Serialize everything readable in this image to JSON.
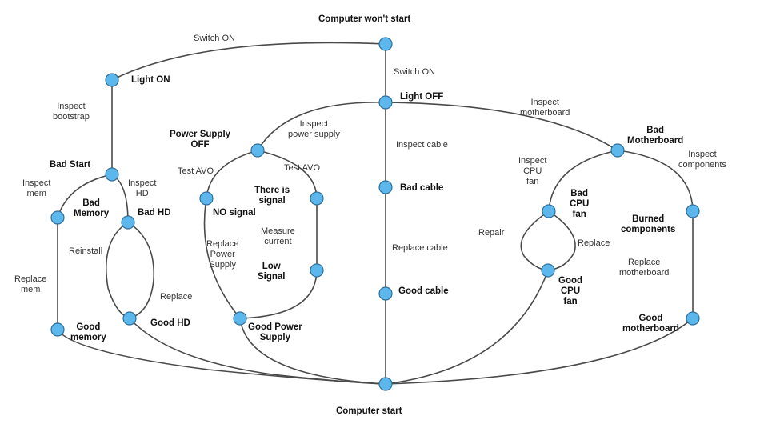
{
  "nodes": {
    "root": "Computer won't start",
    "light_on": "Light ON",
    "light_off": "Light OFF",
    "bad_start": "Bad Start",
    "bad_memory": "Bad\nMemory",
    "bad_hd": "Bad HD",
    "good_memory": "Good\nmemory",
    "good_hd": "Good HD",
    "ps_off": "Power Supply\nOFF",
    "no_signal": "NO signal",
    "there_is_signal": "There is\nsignal",
    "low_signal": "Low\nSignal",
    "good_ps": "Good Power\nSupply",
    "bad_cable": "Bad cable",
    "good_cable": "Good cable",
    "bad_mb": "Bad\nMotherboard",
    "bad_cpu_fan": "Bad\nCPU\nfan",
    "good_cpu_fan": "Good\nCPU\nfan",
    "burned": "Burned\ncomponents",
    "good_mb": "Good\nmotherboard",
    "start": "Computer start"
  },
  "edges": {
    "switch_on_left": "Switch ON",
    "switch_on_center": "Switch ON",
    "inspect_bootstrap": "Inspect\nbootstrap",
    "inspect_mem": "Inspect\nmem",
    "inspect_hd": "Inspect\nHD",
    "reinstall": "Reinstall",
    "replace_mem": "Replace\nmem",
    "replace_hd": "Replace",
    "inspect_ps": "Inspect\npower supply",
    "test_avo_left": "Test AVO",
    "test_avo_right": "Test AVO",
    "measure_current": "Measure\ncurrent",
    "replace_ps": "Replace\nPower\nSupply",
    "inspect_cable": "Inspect cable",
    "replace_cable": "Replace cable",
    "inspect_mb": "Inspect\nmotherboard",
    "inspect_cpu_fan": "Inspect\nCPU\nfan",
    "repair": "Repair",
    "replace_fan": "Replace",
    "inspect_components": "Inspect\ncomponents",
    "replace_mb": "Replace\nmotherboard"
  }
}
